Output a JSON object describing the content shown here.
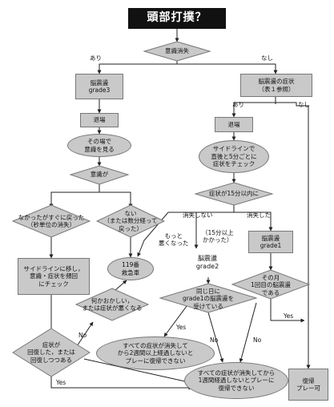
{
  "title": "頭部打撲？",
  "nodes": {
    "loss_consciousness": "意識消失",
    "concussion_g3": "脳震盪\ngrade3",
    "left_exit": "退場",
    "observe_consciousness": "その場で\n意識を見る",
    "consciousness_q": "意識が",
    "recovered_soon": "なかったがすぐに戻った\n（秒単位の消失）",
    "not_or_delayed": "ない\n（または数分経って\n戻った）",
    "sideline_check": "サイドラインに移し，\n意識・症状を頻回\nにチェック",
    "ambulance_119": "119番\n救急車",
    "something_wrong": "何かおかしい，\nまたは症状が悪くなる",
    "symptoms_recovered": "症状が\n回復した，または\n回復しつつある",
    "concussion_symptoms": "脳震盪の症状\n（表１参照）",
    "right_exit": "退場",
    "sideline_5min": "サイドラインで\n直後と5分ごとに\n症状をチェック",
    "within_15": "症状が15分以内に",
    "g1_same_day": "同じ日に\ngrade1の脳震盪を\n受けている",
    "concussion_g1": "脳震盪\ngrade1",
    "first_g1_month": "その月\n1回目の脳震盪\nである",
    "resolve_no_2wk": "すべての症状が消失して\nから2週間以上経過しないと\nプレーに復帰できない",
    "resolve_no_1wk": "すべての症状が消失してから\n1週間経過しないとプレーに\n復帰できない",
    "return_play": "復帰\nプレー可",
    "concussion_g2": "脳震盪\ngrade2"
  },
  "labels": {
    "ari_left": "あり",
    "nashi_top": "なし",
    "ari_right": "あり",
    "nashi_right": "なし",
    "no_resolve": "消失しない",
    "resolved": "消失した",
    "worse": "もっと\n悪くなった",
    "over15": "（15分以上\nかかった）",
    "yes_g1": "Yes",
    "no_g1": "No",
    "yes_month": "Yes",
    "no_month": "No",
    "no_wrong": "No",
    "yes_recovered": "Yes"
  },
  "colors": {
    "box_fill": "#c9c9c9",
    "box_stroke": "#777777",
    "line": "#222222",
    "title_bg": "#111111",
    "title_text": "#ffffff"
  }
}
